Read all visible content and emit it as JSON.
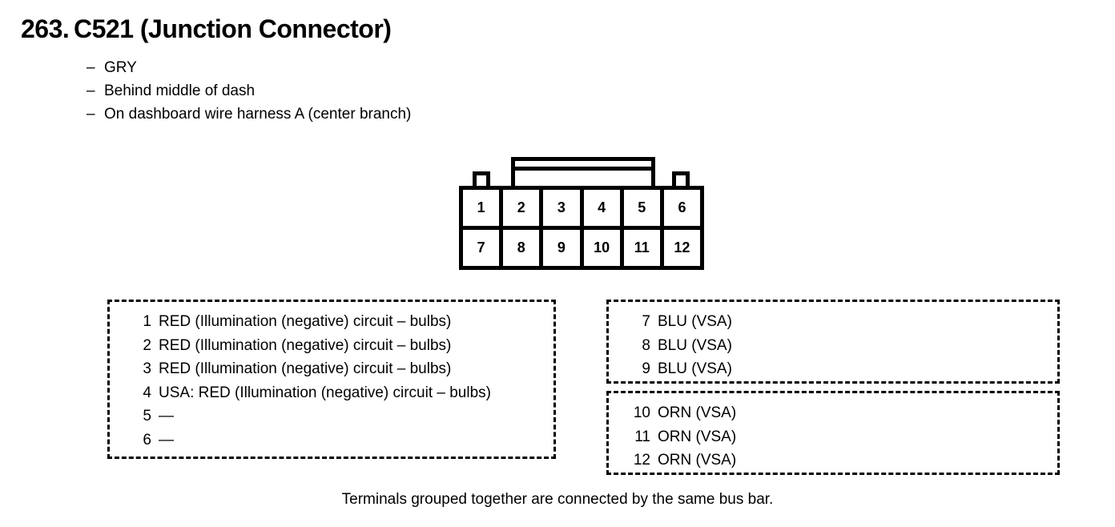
{
  "header": {
    "item_number": "263.",
    "title": "C521 (Junction Connector)",
    "bullets": [
      {
        "dash": "–",
        "text": "GRY"
      },
      {
        "dash": "–",
        "text": "Behind middle of dash"
      },
      {
        "dash": "–",
        "text": "On dashboard wire harness A (center branch)"
      }
    ]
  },
  "connector": {
    "rows": [
      {
        "cells": [
          "1",
          "2",
          "3",
          "4",
          "5",
          "6"
        ]
      },
      {
        "cells": [
          "7",
          "8",
          "9",
          "10",
          "11",
          "12"
        ]
      }
    ]
  },
  "groups": {
    "left": {
      "terminals": [
        {
          "no": "1",
          "desc": "RED (Illumination (negative) circuit – bulbs)"
        },
        {
          "no": "2",
          "desc": "RED (Illumination (negative) circuit – bulbs)"
        },
        {
          "no": "3",
          "desc": "RED (Illumination (negative) circuit – bulbs)"
        },
        {
          "no": "4",
          "desc": "USA: RED (Illumination (negative) circuit – bulbs)"
        },
        {
          "no": "5",
          "desc": "—"
        },
        {
          "no": "6",
          "desc": "—"
        }
      ]
    },
    "blu": {
      "terminals": [
        {
          "no": "7",
          "desc": "BLU (VSA)"
        },
        {
          "no": "8",
          "desc": "BLU (VSA)"
        },
        {
          "no": "9",
          "desc": "BLU (VSA)"
        }
      ]
    },
    "orn": {
      "terminals": [
        {
          "no": "10",
          "desc": "ORN (VSA)"
        },
        {
          "no": "11",
          "desc": "ORN (VSA)"
        },
        {
          "no": "12",
          "desc": "ORN (VSA)"
        }
      ]
    }
  },
  "footer": {
    "note": "Terminals grouped together are connected by the same bus bar."
  },
  "colors": {
    "ink": "#000000",
    "paper": "#ffffff"
  }
}
